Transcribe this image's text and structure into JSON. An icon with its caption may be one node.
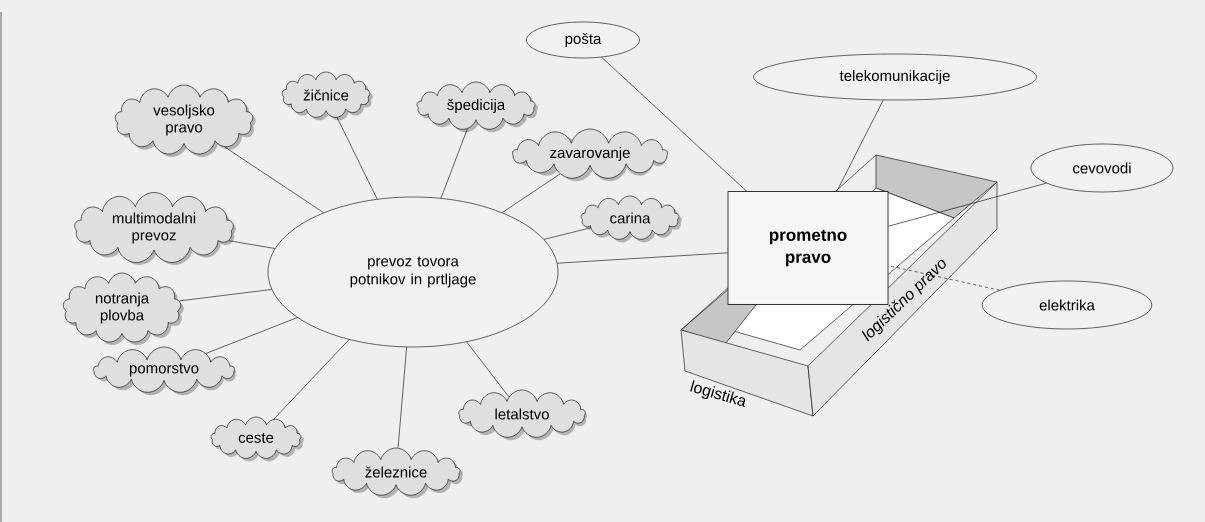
{
  "diagram": {
    "nodes": [
      {
        "text": [
          "prevoz tovora potnikov in prtljage"
        ]
      },
      {
        "text": [
          "vesoljsko pravo"
        ]
      },
      {
        "text": [
          "žičnice"
        ]
      },
      {
        "text": [
          "špedicija"
        ]
      },
      {
        "text": [
          "zavarovanje"
        ]
      },
      {
        "text": [
          "carina"
        ]
      },
      {
        "text": [
          "multimodalni prevoz"
        ]
      },
      {
        "text": [
          "notranja plovba"
        ]
      },
      {
        "text": [
          "pomorstvo"
        ]
      },
      {
        "text": [
          "ceste"
        ]
      },
      {
        "text": [
          "železnice"
        ]
      },
      {
        "text": [
          "letalstvo"
        ]
      },
      {
        "text": [
          "prometno pravo"
        ]
      },
      {
        "text": [
          "pošta"
        ]
      },
      {
        "text": [
          "telekomunikacije"
        ]
      },
      {
        "text": [
          "cevovodi"
        ]
      },
      {
        "text": [
          "elektrika"
        ]
      }
    ],
    "edges": [
      {
        "from": 0,
        "to": 1,
        "arrow": "none"
      },
      {
        "from": 0,
        "to": 2,
        "arrow": "none"
      },
      {
        "from": 0,
        "to": 3,
        "arrow": "none"
      },
      {
        "from": 0,
        "to": 4,
        "arrow": "none"
      },
      {
        "from": 0,
        "to": 5,
        "arrow": "none"
      },
      {
        "from": 0,
        "to": 6,
        "arrow": "none"
      },
      {
        "from": 0,
        "to": 7,
        "arrow": "none"
      },
      {
        "from": 0,
        "to": 8,
        "arrow": "none"
      },
      {
        "from": 0,
        "to": 9,
        "arrow": "none"
      },
      {
        "from": 0,
        "to": 10,
        "arrow": "none"
      },
      {
        "from": 0,
        "to": 11,
        "arrow": "none"
      },
      {
        "from": 0,
        "to": 12,
        "arrow": "none"
      },
      {
        "from": 13,
        "to": 12,
        "arrow": "none"
      },
      {
        "from": 14,
        "to": 12,
        "arrow": "none"
      },
      {
        "from": 15,
        "to": 12,
        "arrow": "none"
      },
      {
        "from": 16,
        "to": 12,
        "arrow": "none",
        "style": "dashed"
      }
    ],
    "labels": [
      "logistika",
      "logistično pravo"
    ]
  }
}
